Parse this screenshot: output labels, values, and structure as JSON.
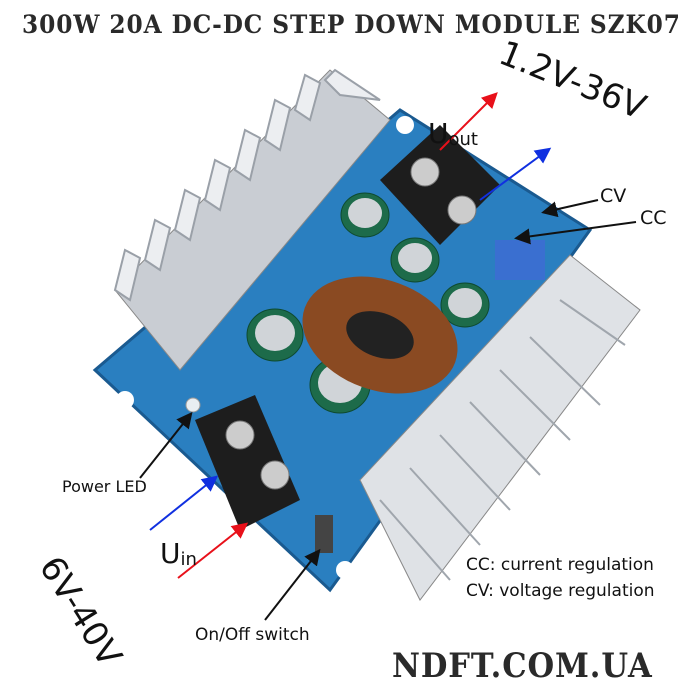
{
  "title": "300W 20A DC-DC STEP DOWN MODULE SZK07",
  "website": "NDFT.COM.UA",
  "output": {
    "voltage_range": "1.2V-36V",
    "symbol": "U",
    "subscript": "out"
  },
  "input": {
    "voltage_range": "6V-40V",
    "symbol": "U",
    "subscript": "in"
  },
  "labels": {
    "cv": "CV",
    "cc": "CC",
    "power_led": "Power LED",
    "on_off_switch": "On/Off switch"
  },
  "legend": {
    "cc": "CC: current regulation",
    "cv": "CV: voltage regulation"
  },
  "colors": {
    "positive": "#e8101a",
    "negative": "#1030e0",
    "pcb": "#2a7fc0",
    "heatsink": "#d8dbe0",
    "capacitor": "#1d6b4a",
    "coil": "#a4582a"
  }
}
